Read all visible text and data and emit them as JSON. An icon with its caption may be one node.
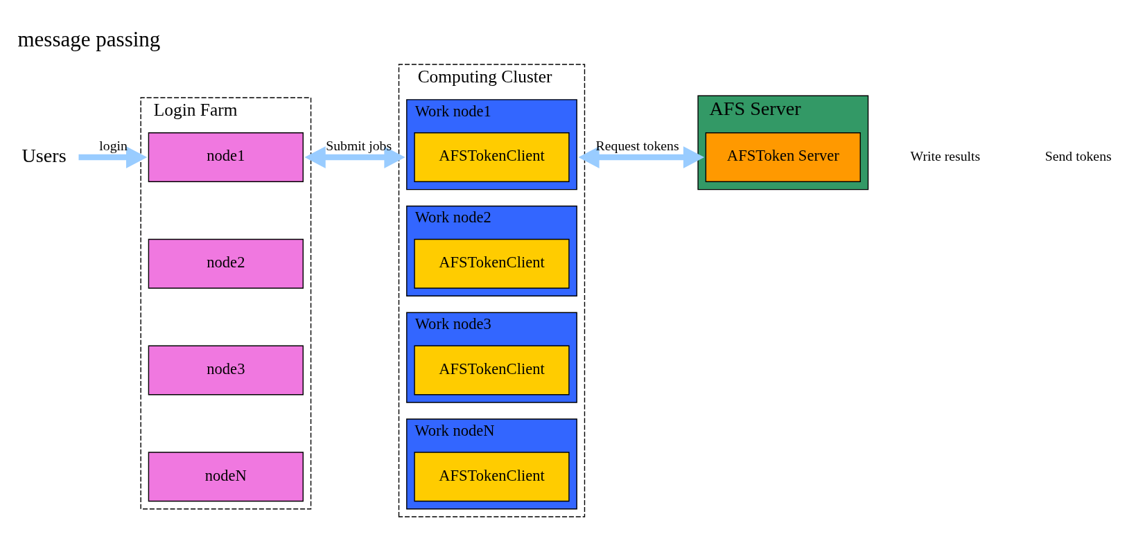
{
  "diagram": {
    "title": "message passing",
    "nodes": [
      {
        "text": [
          "Users"
        ]
      },
      {
        "text": [
          "Login Farm"
        ]
      },
      {
        "text": [
          "node1"
        ],
        "in": 1
      },
      {
        "text": [
          "node2"
        ],
        "in": 1
      },
      {
        "text": [
          "node3"
        ],
        "in": 1
      },
      {
        "text": [
          "nodeN"
        ],
        "in": 1
      },
      {
        "text": [
          "Computing Cluster"
        ]
      },
      {
        "text": [
          "Work node1"
        ],
        "in": 6
      },
      {
        "text": [
          "AFSTokenClient"
        ],
        "in": 7
      },
      {
        "text": [
          "Work node2"
        ],
        "in": 6
      },
      {
        "text": [
          "AFSTokenClient"
        ],
        "in": 9
      },
      {
        "text": [
          "Work node3"
        ],
        "in": 6
      },
      {
        "text": [
          "AFSTokenClient"
        ],
        "in": 11
      },
      {
        "text": [
          "Work nodeN"
        ],
        "in": 6
      },
      {
        "text": [
          "AFSTokenClient"
        ],
        "in": 13
      },
      {
        "text": [
          "AFS Server"
        ]
      },
      {
        "text": [
          "AFSToken Server"
        ],
        "in": 15
      }
    ],
    "edges": [
      {
        "from": 0,
        "to": 1,
        "arrow": "to",
        "label": "login"
      },
      {
        "from": 1,
        "to": 6,
        "arrow": "both",
        "label": "Submit jobs"
      },
      {
        "from": 6,
        "to": 15,
        "arrow": "both",
        "label": "Request tokens"
      }
    ],
    "labels": [
      "Write results",
      "Send tokens"
    ]
  }
}
